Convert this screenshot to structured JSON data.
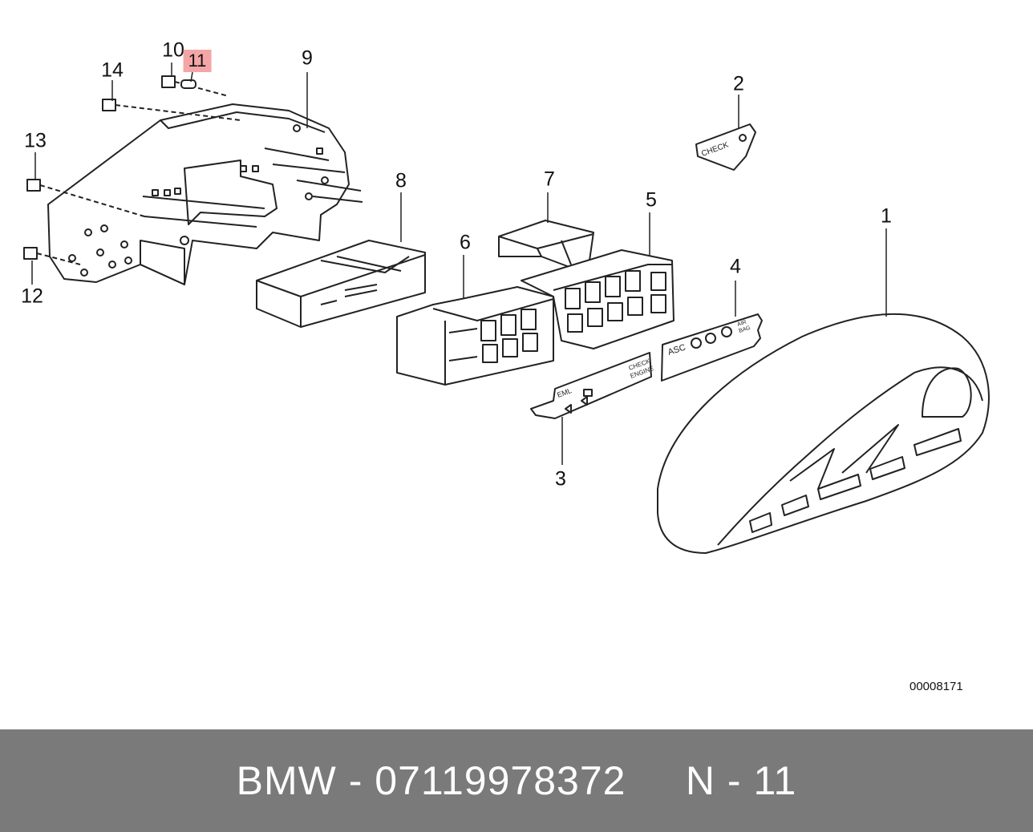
{
  "diagram": {
    "callouts": [
      {
        "id": "1",
        "text": "1",
        "highlight": false
      },
      {
        "id": "2",
        "text": "2",
        "highlight": false
      },
      {
        "id": "3",
        "text": "3",
        "highlight": false
      },
      {
        "id": "4",
        "text": "4",
        "highlight": false
      },
      {
        "id": "5",
        "text": "5",
        "highlight": false
      },
      {
        "id": "6",
        "text": "6",
        "highlight": false
      },
      {
        "id": "7",
        "text": "7",
        "highlight": false
      },
      {
        "id": "8",
        "text": "8",
        "highlight": false
      },
      {
        "id": "9",
        "text": "9",
        "highlight": false
      },
      {
        "id": "10",
        "text": "10",
        "highlight": false
      },
      {
        "id": "11",
        "text": "11",
        "highlight": true
      },
      {
        "id": "12",
        "text": "12",
        "highlight": false
      },
      {
        "id": "13",
        "text": "13",
        "highlight": false
      },
      {
        "id": "14",
        "text": "14",
        "highlight": false
      }
    ],
    "part_labels": {
      "check": "CHECK",
      "eml": "EML",
      "check_engine_1": "CHECK",
      "check_engine_2": "ENGINE",
      "asc": "ASC",
      "airbag_1": "AIR",
      "airbag_2": "BAG"
    },
    "catalog_code": "00008171",
    "highlight_color": "#f4a6a6"
  },
  "footer": {
    "text": "BMW - 07119978372     N - 11",
    "background": "#7a7a7a"
  }
}
